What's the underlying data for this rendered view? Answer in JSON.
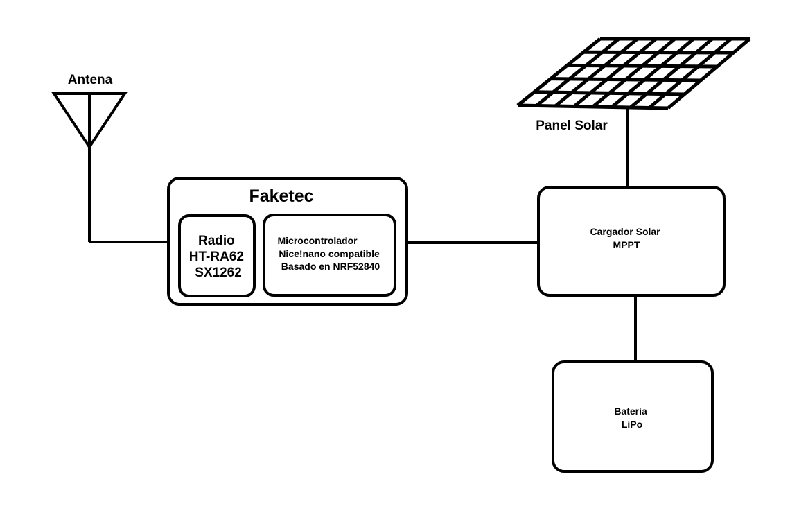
{
  "antenna": {
    "label": "Antena"
  },
  "solar_panel": {
    "label": "Panel Solar",
    "grid_rows": 5,
    "grid_cols": 8
  },
  "faketec": {
    "title": "Faketec",
    "radio": {
      "lines": [
        "Radio",
        "HT-RA62",
        "SX1262"
      ]
    },
    "microcontroller": {
      "lines": [
        "Microcontrolador",
        "Nice!nano compatible",
        "Basado en NRF52840"
      ]
    }
  },
  "charger": {
    "lines": [
      "Cargador Solar",
      "MPPT"
    ]
  },
  "battery": {
    "lines": [
      "Batería",
      "LiPo"
    ]
  },
  "colors": {
    "stroke": "#000000",
    "background": "#ffffff"
  }
}
